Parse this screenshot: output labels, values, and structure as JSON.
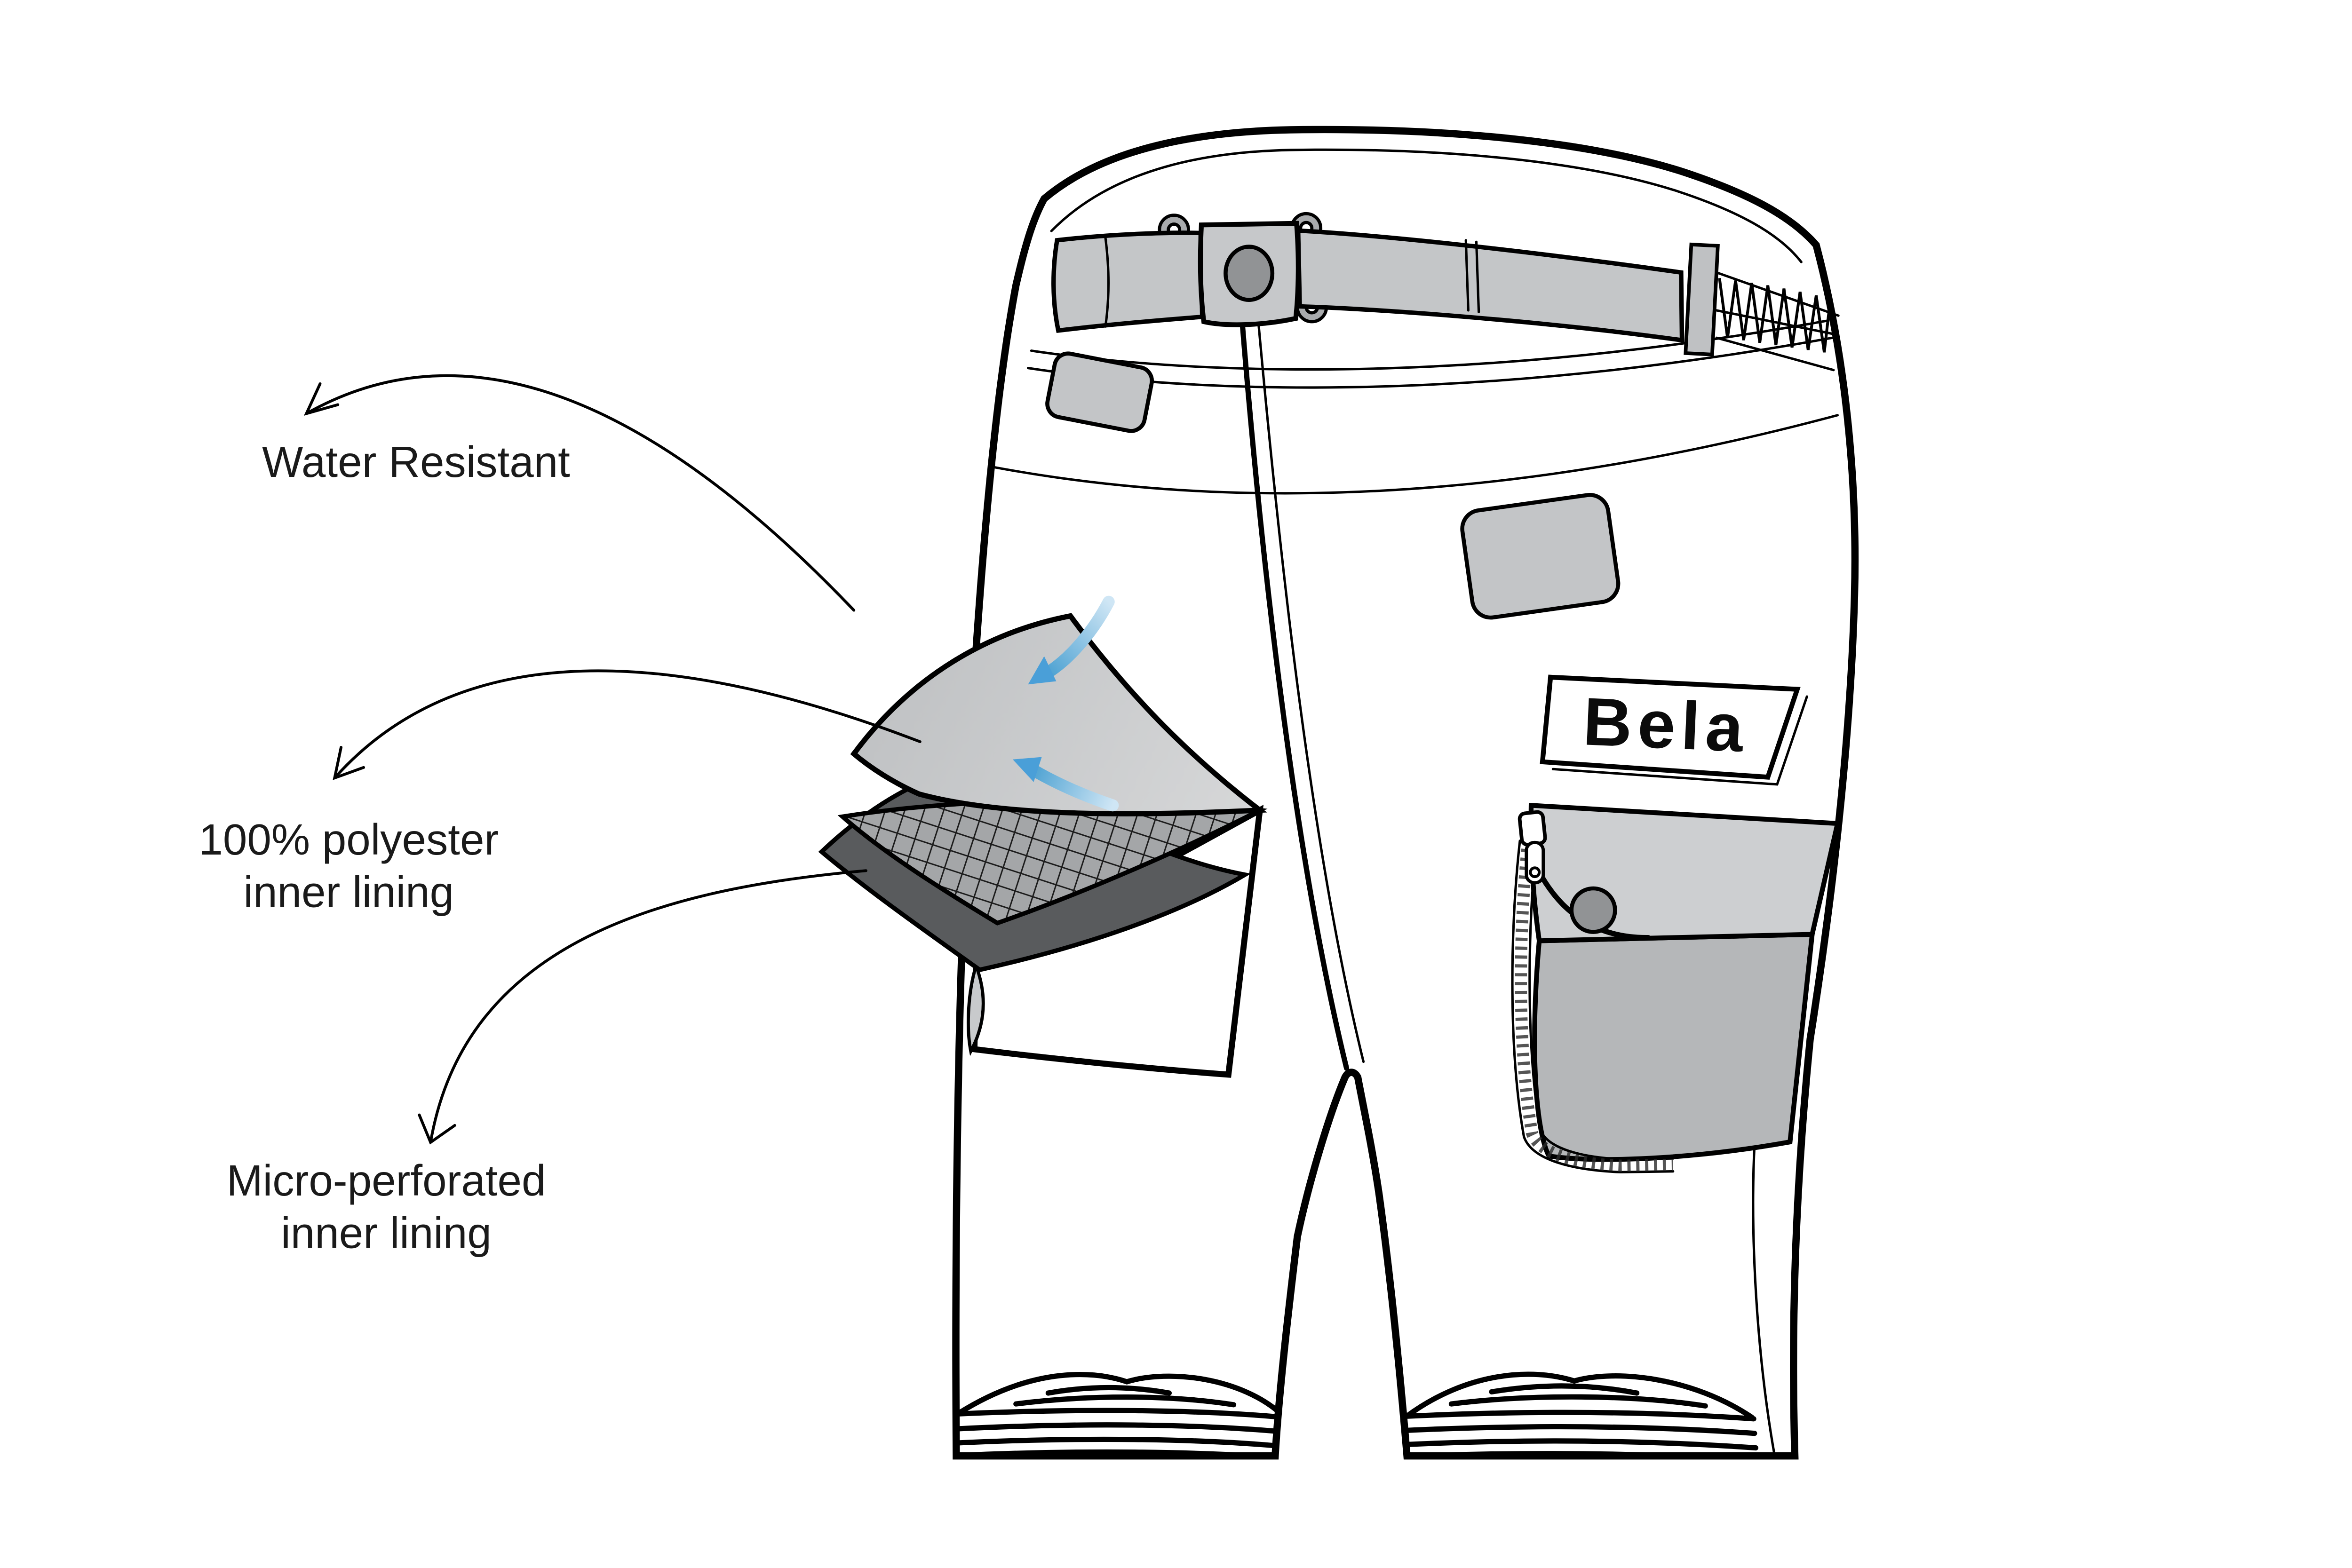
{
  "annotations": [
    {
      "id": "water-resistant",
      "lines": [
        "Water Resistant"
      ]
    },
    {
      "id": "polyester-inner-lining",
      "lines": [
        "100% polyester",
        "inner lining"
      ]
    },
    {
      "id": "micro-perforated-lining",
      "lines": [
        "Micro-perforated",
        "inner lining"
      ]
    }
  ],
  "brand": {
    "label": "Bela"
  },
  "colors": {
    "background": "#ffffff",
    "line": "#000000",
    "belt_gray": "#c4c6c8",
    "buckle_gray": "#c6c8ca",
    "steel_gray": "#919395",
    "eyelet_gray": "#a9abad",
    "patch_gray": "#c3c5c7",
    "flap_gray": "#cdcfd1",
    "pocket_gray": "#b5b7b9",
    "sheet_gray": "#c7c9cb",
    "mesh_gray": "#a4a6a8",
    "dark_swatch_gray": "#595b5d",
    "accent_blue": "#4a9fd8"
  }
}
